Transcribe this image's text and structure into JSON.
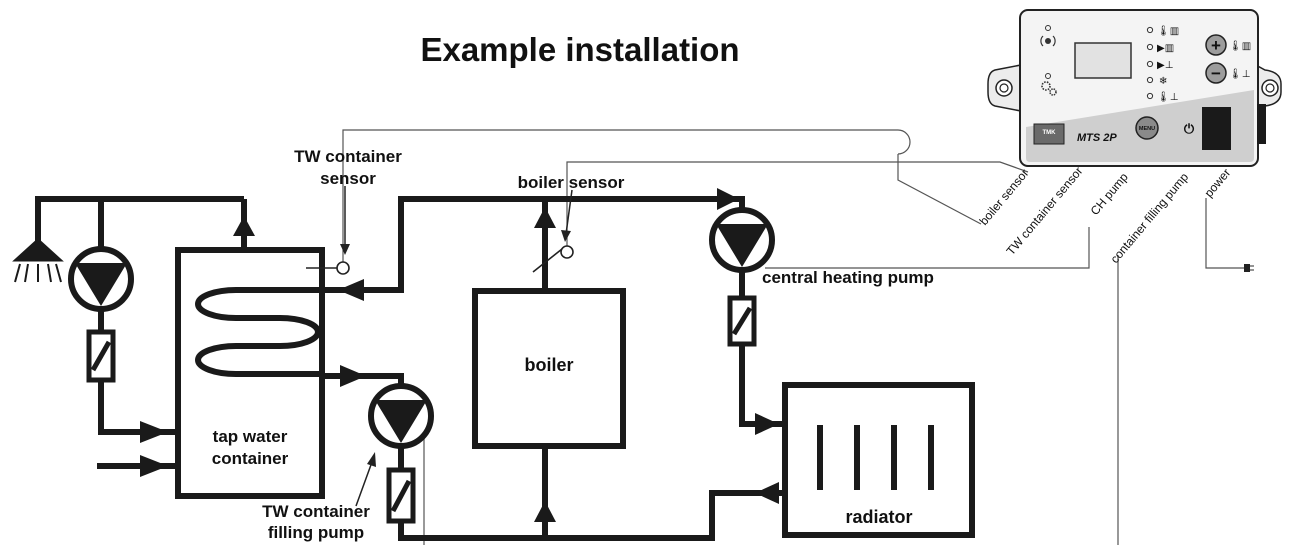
{
  "title": "Example installation",
  "labels": {
    "tw_sensor_line1": "TW container",
    "tw_sensor_line2": "sensor",
    "boiler_sensor": "boiler sensor",
    "boiler": "boiler",
    "ch_pump": "central heating pump",
    "tap_water_line1": "tap water",
    "tap_water_line2": "container",
    "filling_pump_line1": "TW container",
    "filling_pump_line2": "filling pump",
    "radiator": "radiator"
  },
  "controller": {
    "brand": "TMK",
    "model": "MTS 2P",
    "menu_label": "MENU",
    "plus_label": "+",
    "minus_label": "−",
    "power_symbol": "⏻"
  },
  "wires": [
    "boiler sensor",
    "TW container sensor",
    "CH pump",
    "container filling pump",
    "power"
  ],
  "colors": {
    "line": "#1a1a1a",
    "panel": "#d0d0d0",
    "panel_light": "#f2f2f2"
  }
}
